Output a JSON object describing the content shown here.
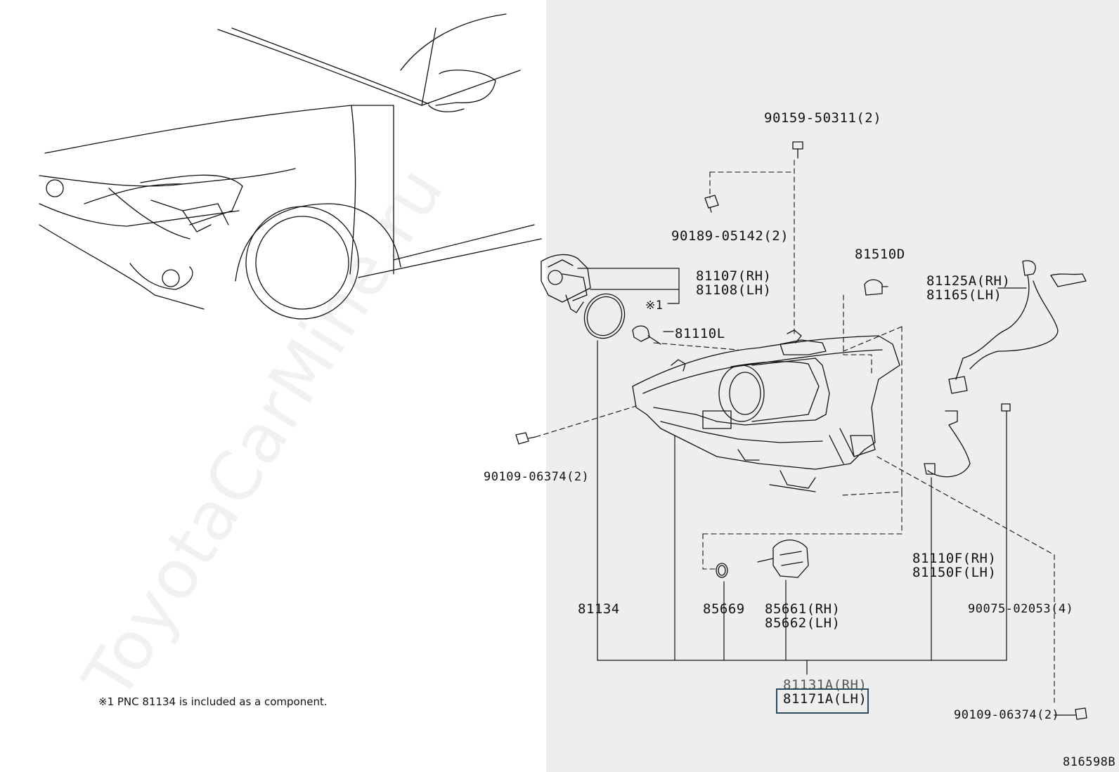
{
  "watermark": "ToyotaCarMine.ru",
  "note": "※1 PNC 81134 is included as a component.",
  "diagram_id": "816598B",
  "colors": {
    "panel_background": "#eeeeee",
    "highlight_border": "#2d4b5c"
  },
  "parts": {
    "screw_top": "90159-50311(2)",
    "bolt_small": "90189-05142(2)",
    "bulb_top": "81510D",
    "unit_81107": {
      "rh": "81107(RH)",
      "lh": "81108(LH)",
      "note_mark": "※1"
    },
    "wiring_81125": {
      "rh": "81125A(RH)",
      "lh": "81165(LH)"
    },
    "socket_81110l": "81110L",
    "bolt_left": "90109-06374(2)",
    "part_81134": "81134",
    "part_85669": "85669",
    "part_85661": {
      "rh": "85661(RH)",
      "lh": "85662(LH)"
    },
    "part_81110f": {
      "rh": "81110F(RH)",
      "lh": "81150F(LH)"
    },
    "part_90075": "90075-02053(4)",
    "assembly": {
      "rh": "81131A(RH)",
      "lh": "81171A(LH)"
    },
    "bolt_bottom": "90109-06374(2)"
  }
}
